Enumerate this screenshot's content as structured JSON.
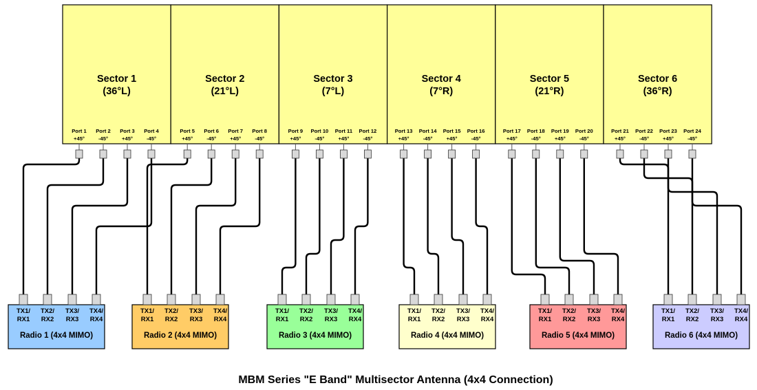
{
  "caption": "MBM Series \"E Band\" Multisector Antenna (4x4 Connection)",
  "colors": {
    "sector_fill": "#ffff99",
    "outline": "#000000",
    "connector_fill": "#d9d9d9",
    "cable": "#000000"
  },
  "sectors": [
    {
      "name": "Sector 1",
      "angle": "(36°L)",
      "ports": [
        {
          "name": "Port 1",
          "pol": "+45°"
        },
        {
          "name": "Port 2",
          "pol": "-45°"
        },
        {
          "name": "Port 3",
          "pol": "+45°"
        },
        {
          "name": "Port 4",
          "pol": "-45°"
        }
      ]
    },
    {
      "name": "Sector 2",
      "angle": "(21°L)",
      "ports": [
        {
          "name": "Port 5",
          "pol": "+45°"
        },
        {
          "name": "Port 6",
          "pol": "-45°"
        },
        {
          "name": "Port 7",
          "pol": "+45°"
        },
        {
          "name": "Port 8",
          "pol": "-45°"
        }
      ]
    },
    {
      "name": "Sector 3",
      "angle": "(7°L)",
      "ports": [
        {
          "name": "Port 9",
          "pol": "+45°"
        },
        {
          "name": "Port 10",
          "pol": "-45°"
        },
        {
          "name": "Port 11",
          "pol": "+45°"
        },
        {
          "name": "Port 12",
          "pol": "-45°"
        }
      ]
    },
    {
      "name": "Sector 4",
      "angle": "(7°R)",
      "ports": [
        {
          "name": "Port 13",
          "pol": "+45°"
        },
        {
          "name": "Port 14",
          "pol": "-45°"
        },
        {
          "name": "Port 15",
          "pol": "+45°"
        },
        {
          "name": "Port 16",
          "pol": "-45°"
        }
      ]
    },
    {
      "name": "Sector 5",
      "angle": "(21°R)",
      "ports": [
        {
          "name": "Port 17",
          "pol": "+45°"
        },
        {
          "name": "Port 18",
          "pol": "-45°"
        },
        {
          "name": "Port 19",
          "pol": "+45°"
        },
        {
          "name": "Port 20",
          "pol": "-45°"
        }
      ]
    },
    {
      "name": "Sector 6",
      "angle": "(36°R)",
      "ports": [
        {
          "name": "Port 21",
          "pol": "+45°"
        },
        {
          "name": "Port 22",
          "pol": "-45°"
        },
        {
          "name": "Port 23",
          "pol": "+45°"
        },
        {
          "name": "Port 24",
          "pol": "-45°"
        }
      ]
    }
  ],
  "radios": [
    {
      "label": "Radio 1 (4x4 MIMO)",
      "color": "#99ccff",
      "channels": [
        [
          "TX1/",
          "RX1"
        ],
        [
          "TX2/",
          "RX2"
        ],
        [
          "TX3/",
          "RX3"
        ],
        [
          "TX4/",
          "RX4"
        ]
      ]
    },
    {
      "label": "Radio 2 (4x4 MIMO)",
      "color": "#ffcc66",
      "channels": [
        [
          "TX1/",
          "RX1"
        ],
        [
          "TX2/",
          "RX2"
        ],
        [
          "TX3/",
          "RX3"
        ],
        [
          "TX4/",
          "RX4"
        ]
      ]
    },
    {
      "label": "Radio 3 (4x4 MIMO)",
      "color": "#99ff99",
      "channels": [
        [
          "TX1/",
          "RX1"
        ],
        [
          "TX2/",
          "RX2"
        ],
        [
          "TX3/",
          "RX3"
        ],
        [
          "TX4/",
          "RX4"
        ]
      ]
    },
    {
      "label": "Radio 4 (4x4 MIMO)",
      "color": "#ffffcc",
      "channels": [
        [
          "TX1/",
          "RX1"
        ],
        [
          "TX2/",
          "RX2"
        ],
        [
          "TX3/",
          "RX3"
        ],
        [
          "TX4/",
          "RX4"
        ]
      ]
    },
    {
      "label": "Radio 5 (4x4 MIMO)",
      "color": "#ff9999",
      "channels": [
        [
          "TX1/",
          "RX1"
        ],
        [
          "TX2/",
          "RX2"
        ],
        [
          "TX3/",
          "RX3"
        ],
        [
          "TX4/",
          "RX4"
        ]
      ]
    },
    {
      "label": "Radio 6 (4x4 MIMO)",
      "color": "#ccccff",
      "channels": [
        [
          "TX1/",
          "RX1"
        ],
        [
          "TX2/",
          "RX2"
        ],
        [
          "TX3/",
          "RX3"
        ],
        [
          "TX4/",
          "RX4"
        ]
      ]
    }
  ]
}
